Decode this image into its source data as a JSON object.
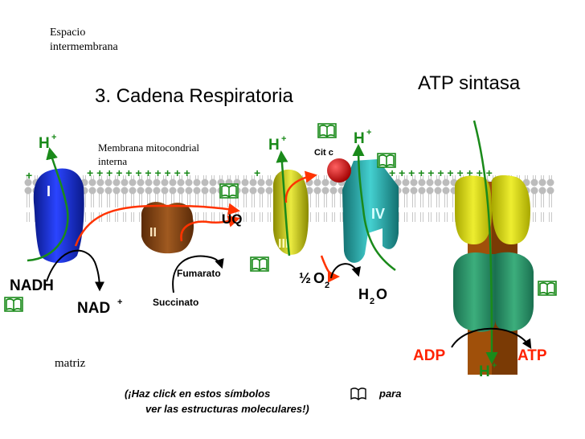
{
  "labels": {
    "intermembrane_line1": "Espacio",
    "intermembrane_line2": "intermembrana",
    "title": "3. Cadena Respiratoria",
    "atp_synthase": "ATP sintasa",
    "membrane_line1": "Membrana mitocondrial",
    "membrane_line2": "interna",
    "matrix": "matriz"
  },
  "complexes": {
    "complex1": "I",
    "complex2": "II",
    "complex3": "III",
    "complex4": "IV",
    "ubiquinone": "UQ",
    "cytochrome_c": "Cit c"
  },
  "molecules": {
    "proton_base": "H",
    "proton_sup": "+",
    "nadh": "NADH",
    "nad_base": "NAD",
    "nad_sup": "+",
    "fumarate": "Fumarato",
    "succinate": "Succinato",
    "half": "½",
    "o2_base": "O",
    "o2_sub": "2",
    "h2o_h": "H",
    "h2o_sub": "2",
    "h2o_o": "O",
    "adp": "ADP",
    "atp": "ATP"
  },
  "note": {
    "line1_before": "(¡Haz click en estos símbolos",
    "line1_after": "para",
    "line2": "ver las estructuras moleculares!)"
  },
  "colors": {
    "proton_green": "#1a8a1a",
    "electron_red": "#ff3300",
    "complex1": "#1a2fc8",
    "complex2": "#8b4a1a",
    "complex3": "#c8c800",
    "complex4": "#2aa8a8",
    "atp_yellow": "#d8d800",
    "atp_green": "#2e9a6a",
    "atp_brown": "#a0500a",
    "adp_red": "#ff2200",
    "membrane_head": "#b8b8b8"
  }
}
